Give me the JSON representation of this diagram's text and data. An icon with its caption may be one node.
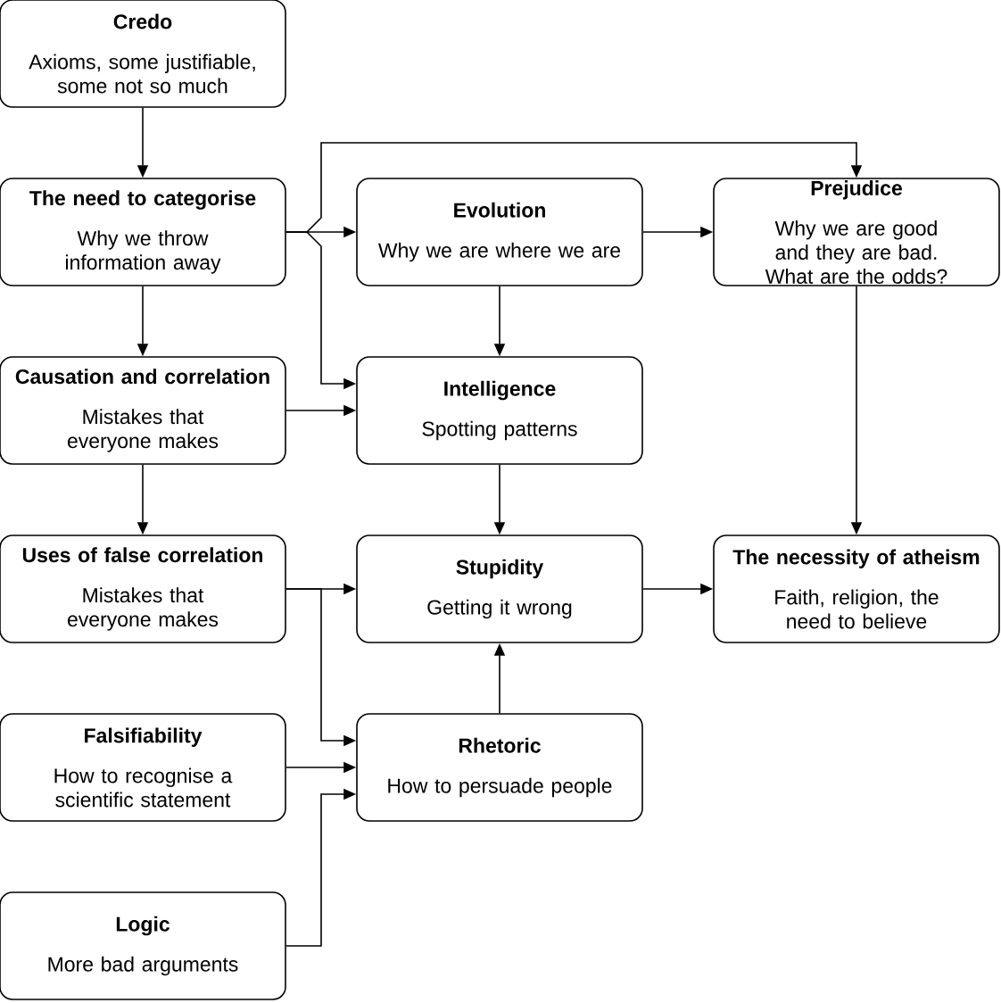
{
  "diagram": {
    "nodes": [
      {
        "text": [
          "Credo",
          "Axioms, some justifiable, some not so much"
        ]
      },
      {
        "text": [
          "The need to categorise",
          "Why we throw information away"
        ]
      },
      {
        "text": [
          "Evolution",
          "Why we are where we are"
        ]
      },
      {
        "text": [
          "Prejudice",
          "Why we are good and they are bad. What are the odds?"
        ]
      },
      {
        "text": [
          "Causation and correlation",
          "Mistakes that everyone makes"
        ]
      },
      {
        "text": [
          "Intelligence",
          "Spotting patterns"
        ]
      },
      {
        "text": [
          "Uses of false correlation",
          "Mistakes that everyone makes"
        ]
      },
      {
        "text": [
          "Stupidity",
          "Getting it wrong"
        ]
      },
      {
        "text": [
          "The necessity of atheism",
          "Faith, religion, the need to believe"
        ]
      },
      {
        "text": [
          "Falsifiability",
          "How to recognise a scientific statement"
        ]
      },
      {
        "text": [
          "Rhetoric",
          "How to persuade people"
        ]
      },
      {
        "text": [
          "Logic",
          "More bad arguments"
        ]
      }
    ],
    "edges": [
      {
        "from": 0,
        "to": 1,
        "arrow": "to"
      },
      {
        "from": 1,
        "to": 2,
        "arrow": "to"
      },
      {
        "from": 1,
        "to": 3,
        "arrow": "to"
      },
      {
        "from": 1,
        "to": 5,
        "arrow": "to"
      },
      {
        "from": 1,
        "to": 4,
        "arrow": "to"
      },
      {
        "from": 2,
        "to": 3,
        "arrow": "to"
      },
      {
        "from": 2,
        "to": 5,
        "arrow": "to"
      },
      {
        "from": 3,
        "to": 8,
        "arrow": "to"
      },
      {
        "from": 4,
        "to": 5,
        "arrow": "to"
      },
      {
        "from": 4,
        "to": 6,
        "arrow": "to"
      },
      {
        "from": 5,
        "to": 7,
        "arrow": "to"
      },
      {
        "from": 6,
        "to": 7,
        "arrow": "to"
      },
      {
        "from": 6,
        "to": 10,
        "arrow": "to"
      },
      {
        "from": 7,
        "to": 8,
        "arrow": "to"
      },
      {
        "from": 9,
        "to": 10,
        "arrow": "to"
      },
      {
        "from": 11,
        "to": 10,
        "arrow": "to"
      },
      {
        "from": 10,
        "to": 7,
        "arrow": "to"
      }
    ]
  }
}
